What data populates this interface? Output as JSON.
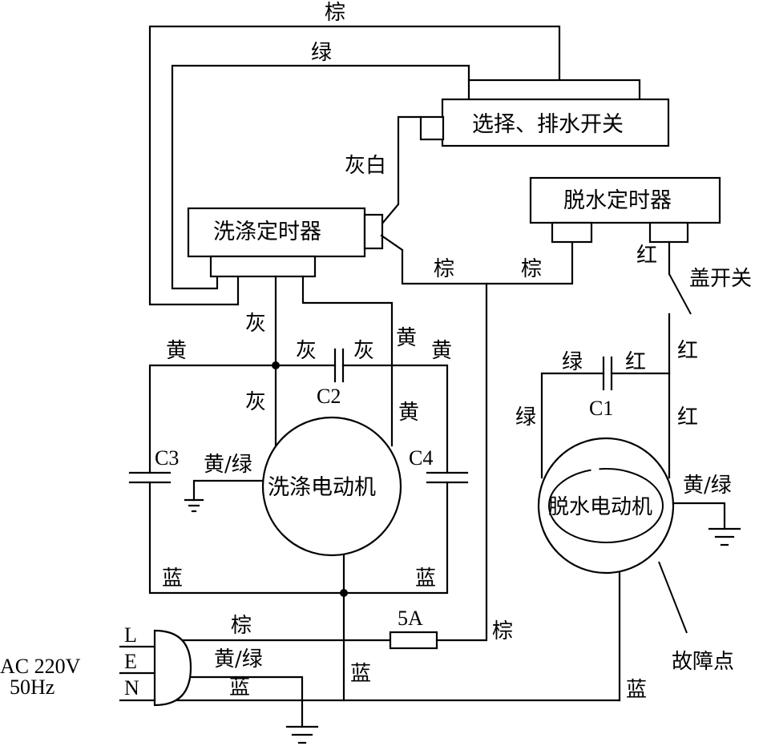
{
  "components": {
    "select_drain_switch": "选择、排水开关",
    "wash_timer": "洗涤定时器",
    "spin_timer": "脱水定时器",
    "wash_motor": "洗涤电动机",
    "spin_motor": "脱水电动机",
    "lid_switch": "盖开关",
    "fault_point": "故障点",
    "fuse": "5A",
    "power": {
      "line1": "AC 220V",
      "line2": "50Hz"
    },
    "plug_terminals": {
      "l": "L",
      "e": "E",
      "n": "N"
    },
    "capacitors": {
      "c1": "C1",
      "c2": "C2",
      "c3": "C3",
      "c4": "C4"
    }
  },
  "wire_labels": {
    "brown_top": "棕",
    "green_top": "绿",
    "gray_white": "灰白",
    "brown_left": "棕",
    "brown_right": "棕",
    "red_spin_timer": "红",
    "gray_left_upper": "灰",
    "gray_left_lower": "灰",
    "gray_c2_left": "灰",
    "gray_c2_right": "灰",
    "yellow_left": "黄",
    "yellow_mid_upper": "黄",
    "yellow_right": "黄",
    "yellow_mid_lower": "黄",
    "yg_wash_motor": "黄/绿",
    "blue_left": "蓝",
    "blue_right": "蓝",
    "green_c1": "绿",
    "red_c1": "红",
    "red_upper": "红",
    "red_lower": "红",
    "green_left": "绿",
    "yg_spin_motor": "黄/绿",
    "brown_l_line": "棕",
    "yg_e_line": "黄/绿",
    "blue_n_line": "蓝",
    "brown_fuse_right": "棕",
    "blue_center": "蓝",
    "blue_bottom": "蓝"
  }
}
